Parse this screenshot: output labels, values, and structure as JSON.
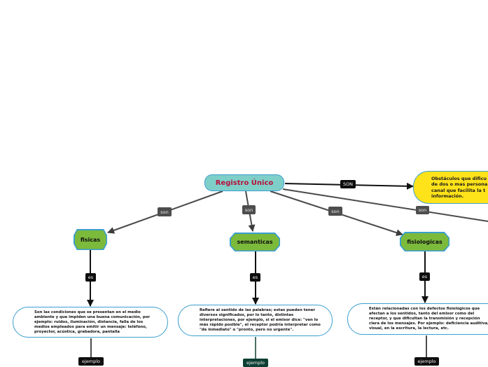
{
  "root": {
    "label": "Registro Único"
  },
  "definition": {
    "connector": "SON",
    "text": "Obstáculos que dificu\nde dos o mas persona\ncanal que facilita la t\ninformación."
  },
  "extra_connector": "son",
  "categories": [
    {
      "name": "fisicas",
      "connector": "son",
      "link": "es",
      "description": "Son las condiciones que se presentan en el medio\nambiente y que impiden una buena comunicación, por\nejemplo: ruidos, iluminación, distancia, falla de los\nmedios empleados para emitir un mensaje: teléfono,\nproyector, acústica, grabadora, pantalla",
      "example_label": "ejemplo"
    },
    {
      "name": "semanticas",
      "connector": "son",
      "link": "es",
      "description": "Refiere al sentido de las palabras; estas pueden tener\ndiversos significados, por lo tanto, distintas\ninterpretaciones, por ejemplo, si el emisor dice: \"ven lo\nmás rápido posible\", el receptor podría interpretar como\n\"de inmediato\" o \"pronto, pero no urgente\".",
      "example_label": "ejemplo"
    },
    {
      "name": "fisiologicas",
      "connector": "son",
      "link": "es",
      "description": "Están relacionadas con los defectos fisiológicos que\nafectan a los sentidos, tanto del emisor como del\nreceptor, y que dificultan la transmisión y recepción\nclara de los mensajes. Por ejemplo: deficiencia auditiva,\nvisual, en la escritura, la lectura, etc.",
      "example_label": "ejemplo"
    }
  ],
  "colors": {
    "root_fill": "#7fcfc9",
    "root_text": "#b5123a",
    "node_border": "#3a9fcf",
    "category_fill": "#7cba3c",
    "definition_fill": "#ffe31a",
    "connector_gray": "#4d4d4d",
    "connector_black": "#0d0d0d",
    "connector_green": "#0d3f33"
  }
}
